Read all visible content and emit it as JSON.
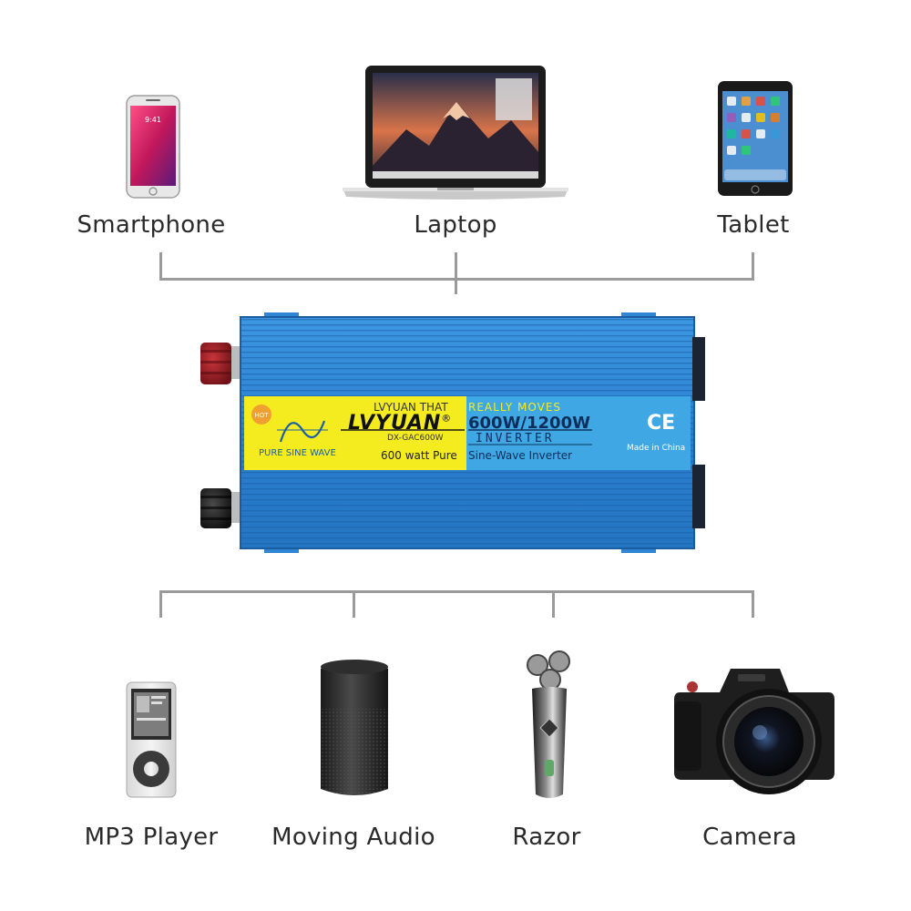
{
  "captions": {
    "smartphone": "Smartphone",
    "laptop": "Laptop",
    "tablet": "Tablet",
    "mp3": "MP3 Player",
    "audio": "Moving Audio",
    "razor": "Razor",
    "camera": "Camera"
  },
  "inverter": {
    "company": "LVYUAN THAT",
    "slogan": "REALLY MOVES",
    "brand": "LVYUAN",
    "registered": "®",
    "model": "DX-GAC600W",
    "power": "600W/1200W",
    "type": "INVERTER",
    "description_left": "600 watt Pure",
    "description_right": "Sine-Wave Inverter",
    "wave_label": "PURE SINE WAVE",
    "ce_mark": "CE",
    "origin": "Made in China"
  },
  "colors": {
    "inverter_body": "#2f86d6",
    "label_yellow": "#f4ec1e",
    "label_blue": "#3fa8e4",
    "connector_line": "#9a9a9a"
  }
}
